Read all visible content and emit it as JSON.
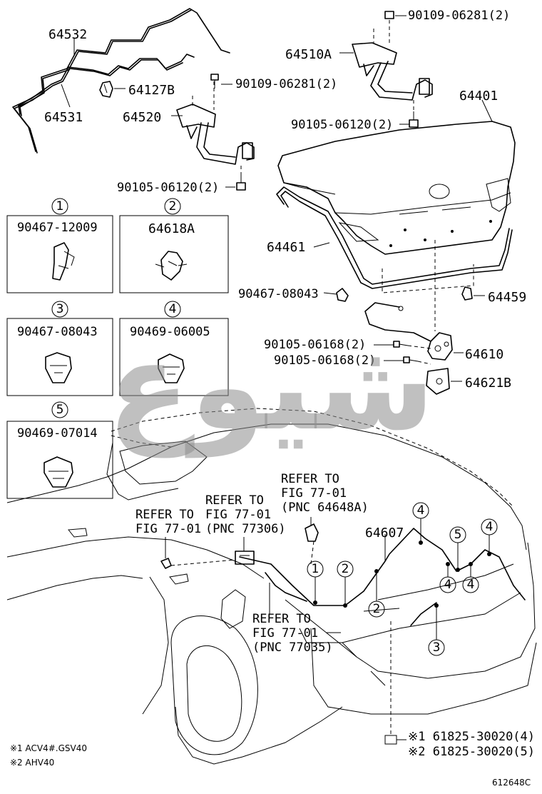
{
  "watermark": "شيوع",
  "parts": {
    "p64532": "64532",
    "p64531": "64531",
    "p64127B": "64127B",
    "p64520": "64520",
    "p64510A": "64510A",
    "b90109_top": "90109-06281(2)",
    "b90109_mid": "90109-06281(2)",
    "b90105_right": "90105-06120(2)",
    "b90105_left": "90105-06120(2)",
    "p64401": "64401",
    "p64461": "64461",
    "p64459": "64459",
    "c90467_08043": "90467-08043",
    "b90105_06168_a": "90105-06168(2)",
    "b90105_06168_b": "90105-06168(2)",
    "p64610": "64610",
    "p64621B": "64621B",
    "p64607": "64607",
    "n61825_1": "※1 61825-30020(4)",
    "n61825_2": "※2 61825-30020(5)"
  },
  "clip_boxes": [
    {
      "index": "1",
      "part": "90467-12009"
    },
    {
      "index": "2",
      "part": "64618A"
    },
    {
      "index": "3",
      "part": "90467-08043"
    },
    {
      "index": "4",
      "part": "90469-06005"
    },
    {
      "index": "5",
      "part": "90469-07014"
    }
  ],
  "refers": {
    "r1_line1": "REFER TO",
    "r1_line2": "FIG 77-01",
    "r1_line3": "(PNC 64648A)",
    "r2_line1": "REFER TO",
    "r2_line2": "FIG 77-01",
    "r2_line3": "(PNC 77306)",
    "r3_line1": "REFER TO",
    "r3_line2": "FIG 77-01",
    "r4_line1": "REFER TO",
    "r4_line2": "FIG 77-01",
    "r4_line3": "(PNC 77035)"
  },
  "callouts": {
    "c1": "1",
    "c2a": "2",
    "c2b": "2",
    "c3": "3",
    "c4a": "4",
    "c4b": "4",
    "c4c": "4",
    "c4d": "4",
    "c5": "5"
  },
  "footnotes": {
    "f1": "※1 ACV4#.GSV40",
    "f2": "※2 AHV40",
    "figure_id": "612648C"
  }
}
